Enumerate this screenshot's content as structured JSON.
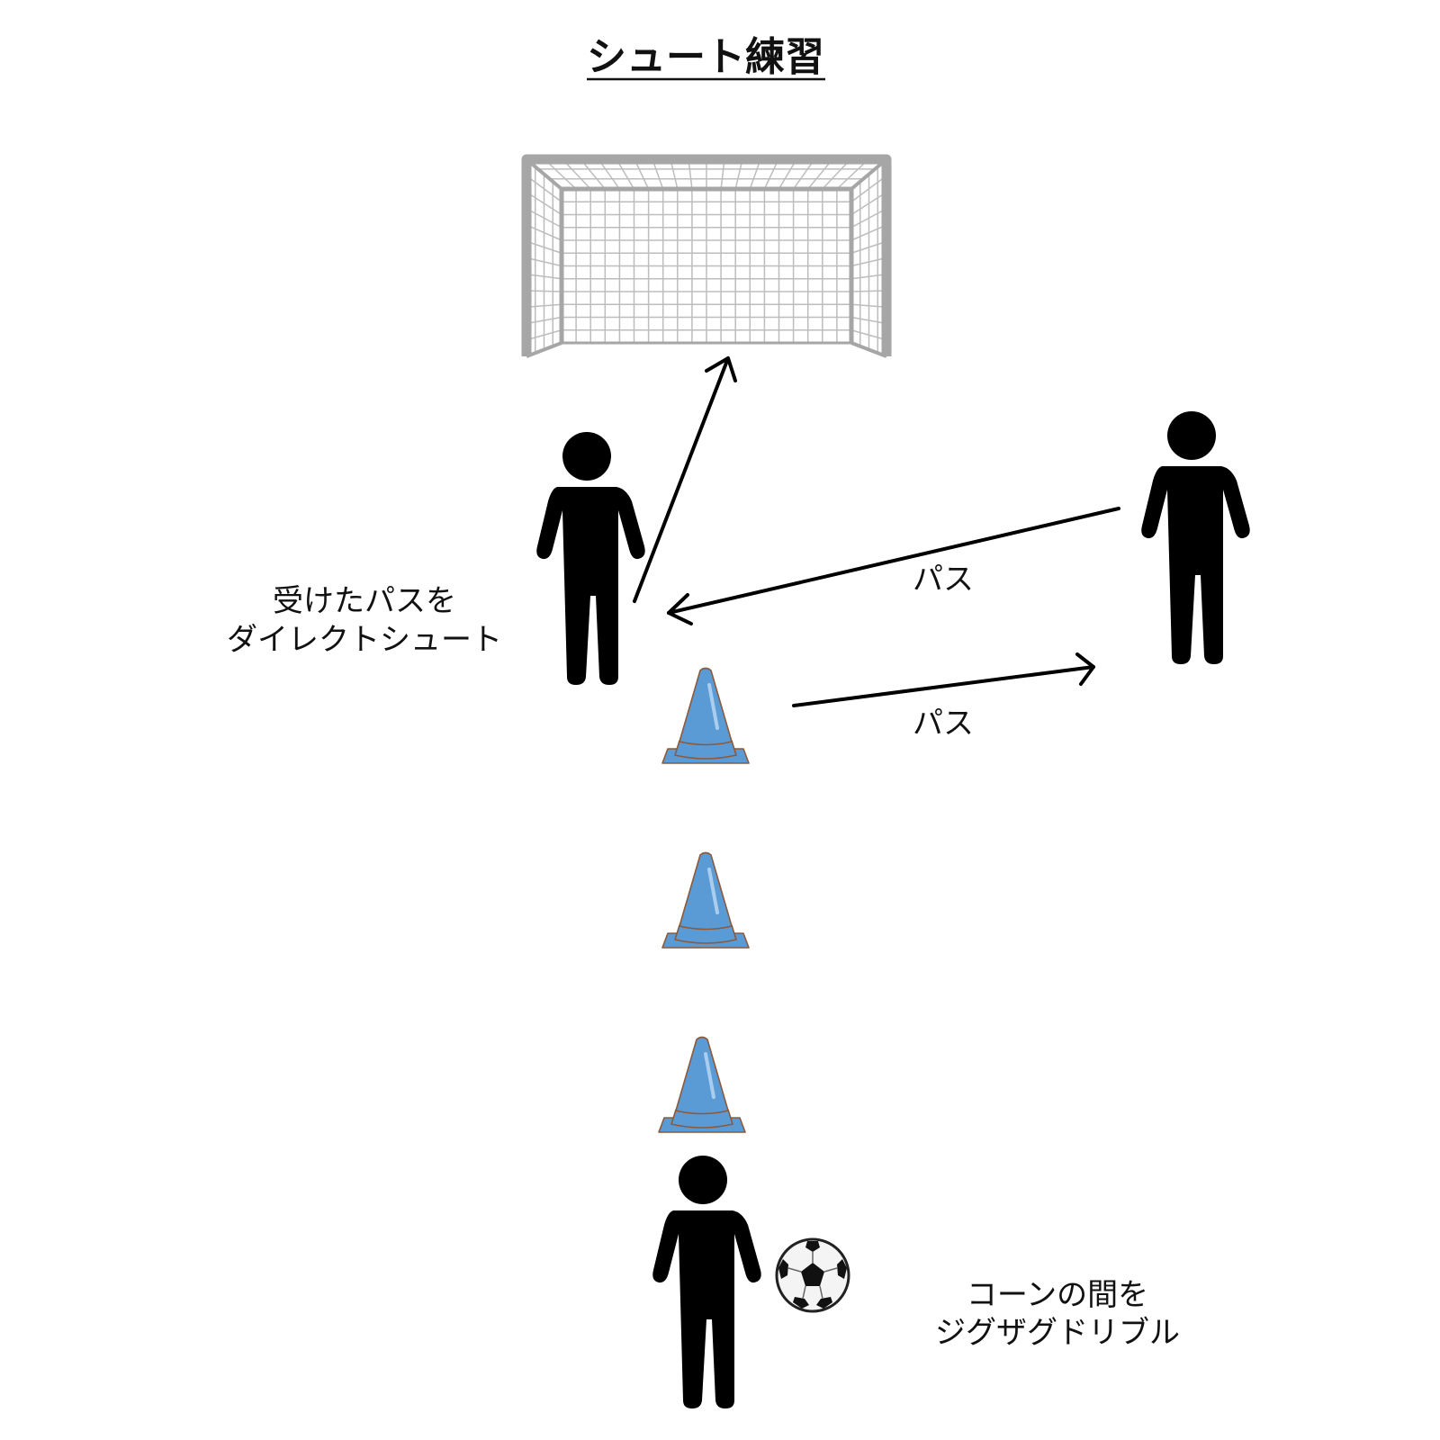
{
  "title": "シュート練習",
  "labels": {
    "shooter_line1": "受けたパスを",
    "shooter_line2": "ダイレクトシュート",
    "pass_upper": "パス",
    "pass_lower": "パス",
    "dribbler_line1": "コーンの間を",
    "dribbler_line2": "ジグザグドリブル"
  },
  "colors": {
    "goal_frame": "#a6a6a6",
    "net": "#bdbdbd",
    "cone_fill": "#5b9bd5",
    "cone_outline": "#8b5a3c",
    "person": "#000000",
    "arrow": "#000000"
  },
  "icons": [
    "goal-icon",
    "person-icon",
    "cone-icon",
    "soccer-ball-icon",
    "arrow-icon"
  ]
}
